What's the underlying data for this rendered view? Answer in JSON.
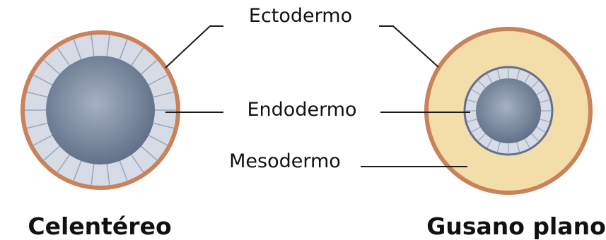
{
  "labels": {
    "ectoderm": "Ectodermo",
    "endoderm": "Endodermo",
    "mesoderm": "Mesodermo"
  },
  "captions": {
    "left": "Celentéreo",
    "right": "Gusano plano"
  },
  "colors": {
    "ectoderm_ring": "#c9825a",
    "mesoderm_fill": "#f3dda8",
    "endoderm_cells": "#d6dbe6",
    "cell_lines": "#9aa6b8",
    "gut_center": "#a5b1c3",
    "gut_edge": "#5d6d84",
    "endoderm_border": "#5f7190"
  }
}
